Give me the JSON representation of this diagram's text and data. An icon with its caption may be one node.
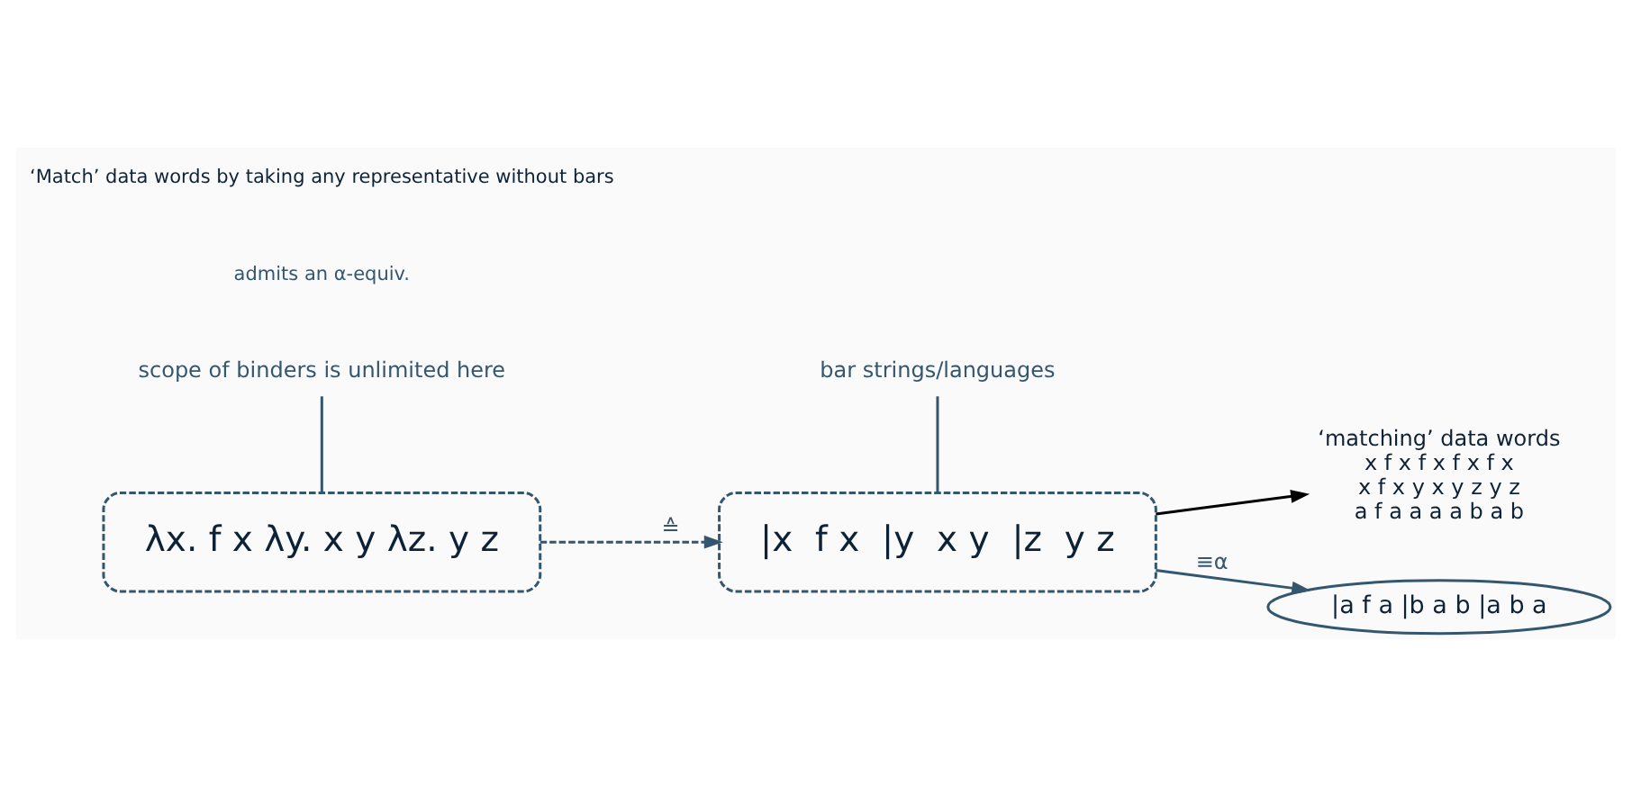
{
  "diagram": {
    "nodes": [
      {
        "text": [
          "λx. f x λy. x y λz. y z"
        ]
      },
      {
        "text": [
          "scope of binders is unlimited here"
        ]
      },
      {
        "text": [
          "‘matching’ data words",
          "x f x f x f x f x",
          "x f x y x y z y z",
          "a f a a a a b a b"
        ]
      },
      {
        "text": [
          "|x  f x  |y  x y  |z  y z"
        ]
      },
      {
        "text": [
          "bar strings/languages"
        ]
      },
      {
        "text": [
          "|a f a |b a b |a b a"
        ]
      }
    ],
    "edges": [
      {
        "from": 1,
        "to": 0,
        "arrow": "none"
      },
      {
        "from": 0,
        "to": 3,
        "arrow": "to",
        "label": "≙",
        "style": "dashed"
      },
      {
        "from": 3,
        "to": 2,
        "arrow": "to",
        "color": "#000000"
      },
      {
        "from": 4,
        "to": 3,
        "arrow": "none"
      },
      {
        "from": 3,
        "to": 5,
        "arrow": "to",
        "label": "≡α"
      }
    ],
    "labels": [
      "admits an α-equiv.",
      "‘Match’ data words by taking any representative without bars"
    ]
  }
}
